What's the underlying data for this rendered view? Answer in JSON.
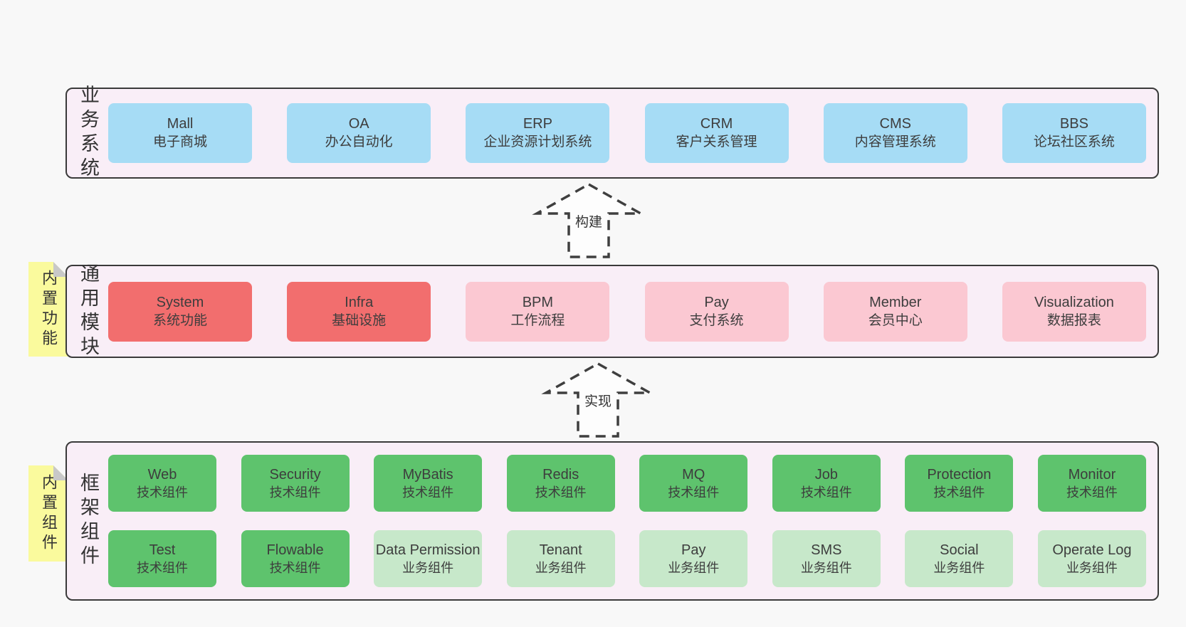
{
  "palette": {
    "page_bg": "#f8f8f8",
    "panel_bg": "#f9eef7",
    "panel_border": "#3a3a3a",
    "blue": "#a6dcf5",
    "red": "#f26e6e",
    "pink": "#fbc8d2",
    "green": "#5ec36d",
    "green_light": "#c7e8ca",
    "sticky_bg": "#fafa9d",
    "sticky_fold": "#c8c8c8",
    "text": "#3d3d3d",
    "arrow_fill": "#fdfdfd",
    "arrow_stroke": "#3f3f3f"
  },
  "tiers": [
    {
      "id": "business-systems",
      "side_label": "业务系统",
      "sticky": null,
      "rows": [
        [
          {
            "en": "Mall",
            "zh": "电子商城",
            "color": "blue"
          },
          {
            "en": "OA",
            "zh": "办公自动化",
            "color": "blue"
          },
          {
            "en": "ERP",
            "zh": "企业资源计划系统",
            "color": "blue"
          },
          {
            "en": "CRM",
            "zh": "客户关系管理",
            "color": "blue"
          },
          {
            "en": "CMS",
            "zh": "内容管理系统",
            "color": "blue"
          },
          {
            "en": "BBS",
            "zh": "论坛社区系统",
            "color": "blue"
          }
        ]
      ]
    },
    {
      "id": "common-modules",
      "side_label": "通用模块",
      "sticky": "内置功能",
      "rows": [
        [
          {
            "en": "System",
            "zh": "系统功能",
            "color": "red"
          },
          {
            "en": "Infra",
            "zh": "基础设施",
            "color": "red"
          },
          {
            "en": "BPM",
            "zh": "工作流程",
            "color": "pink"
          },
          {
            "en": "Pay",
            "zh": "支付系统",
            "color": "pink"
          },
          {
            "en": "Member",
            "zh": "会员中心",
            "color": "pink"
          },
          {
            "en": "Visualization",
            "zh": "数据报表",
            "color": "pink"
          }
        ]
      ]
    },
    {
      "id": "framework-components",
      "side_label": "框架组件",
      "sticky": "内置组件",
      "rows": [
        [
          {
            "en": "Web",
            "zh": "技术组件",
            "color": "green"
          },
          {
            "en": "Security",
            "zh": "技术组件",
            "color": "green"
          },
          {
            "en": "MyBatis",
            "zh": "技术组件",
            "color": "green"
          },
          {
            "en": "Redis",
            "zh": "技术组件",
            "color": "green"
          },
          {
            "en": "MQ",
            "zh": "技术组件",
            "color": "green"
          },
          {
            "en": "Job",
            "zh": "技术组件",
            "color": "green"
          },
          {
            "en": "Protection",
            "zh": "技术组件",
            "color": "green"
          },
          {
            "en": "Monitor",
            "zh": "技术组件",
            "color": "green"
          }
        ],
        [
          {
            "en": "Test",
            "zh": "技术组件",
            "color": "green"
          },
          {
            "en": "Flowable",
            "zh": "技术组件",
            "color": "green"
          },
          {
            "en": "Data Permission",
            "zh": "业务组件",
            "color": "green_light"
          },
          {
            "en": "Tenant",
            "zh": "业务组件",
            "color": "green_light"
          },
          {
            "en": "Pay",
            "zh": "业务组件",
            "color": "green_light"
          },
          {
            "en": "SMS",
            "zh": "业务组件",
            "color": "green_light"
          },
          {
            "en": "Social",
            "zh": "业务组件",
            "color": "green_light"
          },
          {
            "en": "Operate Log",
            "zh": "业务组件",
            "color": "green_light"
          }
        ]
      ]
    }
  ],
  "arrows": [
    {
      "label": "构建"
    },
    {
      "label": "实现"
    }
  ]
}
